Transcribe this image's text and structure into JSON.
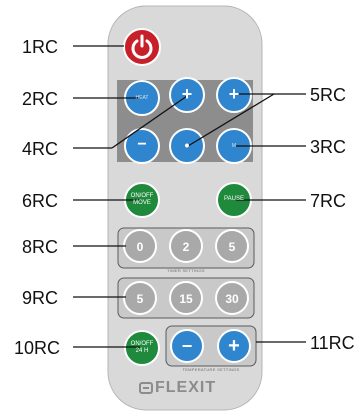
{
  "callouts": {
    "c1": "1RC",
    "c2": "2RC",
    "c3": "3RC",
    "c4": "4RC",
    "c5": "5RC",
    "c6": "6RC",
    "c7": "7RC",
    "c8": "8RC",
    "c9": "9RC",
    "c10": "10RC",
    "c11": "11RC"
  },
  "buttons": {
    "onoff_move_top": "ON/OFF",
    "onoff_move_bottom": "MOVE",
    "pause": "PAUSE",
    "timer_row1": [
      "0",
      "2",
      "5"
    ],
    "timer_row2": [
      "5",
      "15",
      "30"
    ],
    "onoff_24_top": "ON/OFF",
    "onoff_24_bottom": "24 H",
    "temp_minus": "−",
    "temp_plus": "+",
    "flow_plus_left": "+",
    "flow_plus_right": "+",
    "flow_minus": "−",
    "flow_center": "•",
    "flow_tl_faint": "HEAT",
    "flow_br_faint": "M"
  },
  "labels": {
    "timer_settings": "TIMER SETTINGS",
    "temperature_settings": "TEMPERATURE SETTINGS",
    "brand": "FLEXIT"
  },
  "colors": {
    "body": "#d8d8d8",
    "blue": "#2f86cf",
    "green": "#1f8a3c",
    "red": "#c8202a",
    "grey_button": "#a9a9a9"
  },
  "icons": {
    "power": "power-icon",
    "brand_logo": "flexit-logo-icon"
  }
}
